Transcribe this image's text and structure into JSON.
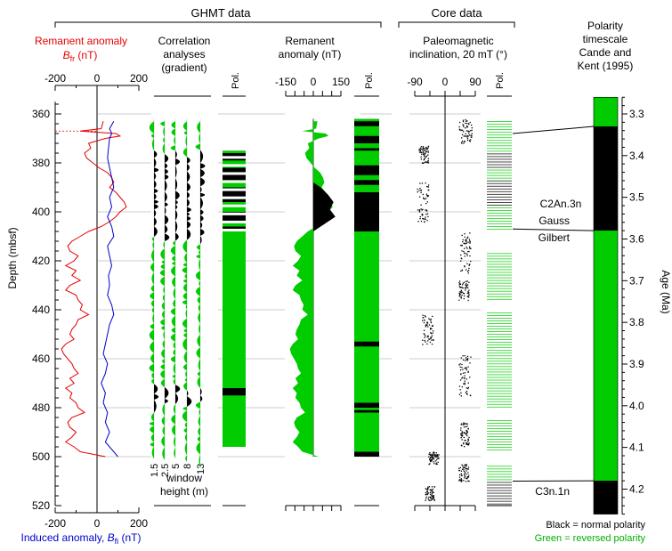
{
  "header": {
    "ghmt_title": "GHMT data",
    "core_title": "Core data"
  },
  "labels": {
    "remanent_red_line1": "Remanent anomaly",
    "remanent_red_sym": "B",
    "remanent_red_sub": "fr",
    "remanent_red_unit": " (nT)",
    "induced_blue_prefix": "Induced anomaly, ",
    "induced_blue_sym": "B",
    "induced_blue_sub": "fi",
    "induced_blue_unit": " (nT)",
    "correlation_line1": "Correlation",
    "correlation_line2": "analyses",
    "correlation_line3": "(gradient)",
    "pol": "Pol.",
    "remanent_col_line1": "Remanent",
    "remanent_col_line2": "anomaly (nT)",
    "paleomag_line1": "Paleomagnetic",
    "paleomag_line2": "inclination, 20 mT (°)",
    "timescale_line1": "Polarity",
    "timescale_line2": "timescale",
    "timescale_line3": "Cande and",
    "timescale_line4": "Kent (1995)",
    "window_line1": "window",
    "window_line2": "height (m)",
    "depth_axis": "Depth (mbsf)",
    "age_axis": "Age (Ma)",
    "chron_c2an3n": "C2An.3n",
    "gauss": "Gauss",
    "gilbert": "Gilbert",
    "chron_c3n1n": "C3n.1n",
    "legend_black": "Black = normal polarity",
    "legend_green": "Green = reversed polarity"
  },
  "colors": {
    "normal": "#000000",
    "reversed": "#00cc00",
    "remanent_line": "#e60000",
    "induced_line": "#0000cc",
    "grid": "#999999"
  },
  "chart_data": {
    "type": "line",
    "depth_axis": {
      "label": "Depth (mbsf)",
      "range": [
        355,
        520
      ],
      "ticks": [
        "360",
        "380",
        "400",
        "420",
        "440",
        "460",
        "480",
        "500",
        "520"
      ]
    },
    "age_axis": {
      "label": "Age (Ma)",
      "range": [
        3.26,
        4.26
      ],
      "ticks": [
        "3.3",
        "3.4",
        "3.5",
        "3.6",
        "3.7",
        "3.8",
        "3.9",
        "4.0",
        "4.1",
        "4.2"
      ]
    },
    "magnetic_anomaly": {
      "xlim": [
        -200,
        200
      ],
      "ticks": [
        "-200",
        "0",
        "200"
      ],
      "series": [
        {
          "name": "Remanent anomaly B_fr",
          "depth": [
            363,
            366,
            367,
            368,
            369,
            370,
            372,
            374,
            376,
            378,
            380,
            382,
            384,
            386,
            388,
            390,
            392,
            394,
            396,
            398,
            400,
            402,
            404,
            406,
            408,
            410,
            412,
            414,
            416,
            418,
            420,
            422,
            424,
            426,
            428,
            430,
            432,
            434,
            436,
            438,
            440,
            442,
            444,
            446,
            448,
            450,
            452,
            454,
            456,
            458,
            460,
            462,
            464,
            466,
            468,
            470,
            472,
            474,
            476,
            478,
            480,
            482,
            484,
            486,
            488,
            490,
            492,
            494,
            496,
            498,
            500
          ],
          "values": [
            30,
            20,
            -80,
            90,
            110,
            40,
            -40,
            -30,
            -60,
            -50,
            -20,
            10,
            50,
            70,
            80,
            60,
            90,
            110,
            130,
            140,
            110,
            90,
            60,
            20,
            -40,
            -80,
            -120,
            -140,
            -130,
            -90,
            -110,
            -150,
            -100,
            -120,
            -80,
            -130,
            -150,
            -100,
            -90,
            -70,
            -80,
            -40,
            -90,
            -100,
            -120,
            -130,
            -110,
            -150,
            -170,
            -160,
            -140,
            -120,
            -110,
            -90,
            -130,
            -110,
            -150,
            -120,
            -130,
            -100,
            -90,
            -60,
            -120,
            -140,
            -130,
            -100,
            -120,
            -150,
            -110,
            -80,
            40
          ]
        },
        {
          "name": "Induced anomaly B_fi",
          "depth": [
            363,
            366,
            368,
            370,
            374,
            378,
            382,
            386,
            390,
            394,
            398,
            402,
            406,
            410,
            414,
            418,
            422,
            426,
            430,
            434,
            438,
            442,
            446,
            450,
            454,
            458,
            462,
            466,
            470,
            474,
            478,
            482,
            486,
            490,
            494,
            498,
            500
          ],
          "values": [
            80,
            60,
            70,
            60,
            55,
            50,
            60,
            70,
            80,
            60,
            70,
            50,
            70,
            80,
            50,
            60,
            70,
            55,
            60,
            50,
            70,
            80,
            60,
            50,
            40,
            30,
            50,
            40,
            20,
            40,
            30,
            50,
            40,
            60,
            40,
            80,
            100
          ]
        }
      ]
    },
    "correlation_analyses": {
      "window_heights": [
        "1.5",
        "2.5",
        "5",
        "8",
        "13"
      ]
    },
    "remanent_anomaly": {
      "xlim": [
        -150,
        150
      ],
      "ticks": [
        "-150",
        "0",
        "150"
      ]
    },
    "paleomagnetic_inclination": {
      "xlim": [
        -90,
        90
      ],
      "ticks": [
        "-90",
        "0",
        "90"
      ]
    },
    "ghmt_polarity_normal_depth_intervals": [
      [
        376,
        379
      ],
      [
        382,
        387
      ],
      [
        390,
        396
      ],
      [
        400,
        404
      ],
      [
        406,
        408
      ],
      [
        472,
        475
      ]
    ],
    "rem_polarity_normal_depth_intervals": [
      [
        363,
        365
      ],
      [
        369,
        372
      ],
      [
        374,
        375
      ],
      [
        381,
        385
      ],
      [
        387,
        389
      ],
      [
        392,
        408
      ],
      [
        453,
        455
      ],
      [
        478,
        480
      ],
      [
        481,
        482
      ],
      [
        498,
        500
      ]
    ],
    "core_polarity_normal_depth_intervals": [
      [
        376,
        382
      ],
      [
        387,
        398
      ],
      [
        510,
        520
      ]
    ],
    "timescale_chrons": [
      {
        "name": "C2An.3n",
        "polarity": "normal",
        "age": [
          3.33,
          3.58
        ]
      },
      {
        "name": "",
        "polarity": "reversed",
        "age": [
          3.58,
          4.18
        ]
      },
      {
        "name": "C3n.1n",
        "polarity": "normal",
        "age": [
          4.18,
          4.26
        ]
      }
    ],
    "tie_lines": [
      {
        "depth": 368,
        "age": 3.33
      },
      {
        "depth": 407,
        "age": 3.58
      },
      {
        "depth": 510,
        "age": 4.18
      }
    ]
  }
}
